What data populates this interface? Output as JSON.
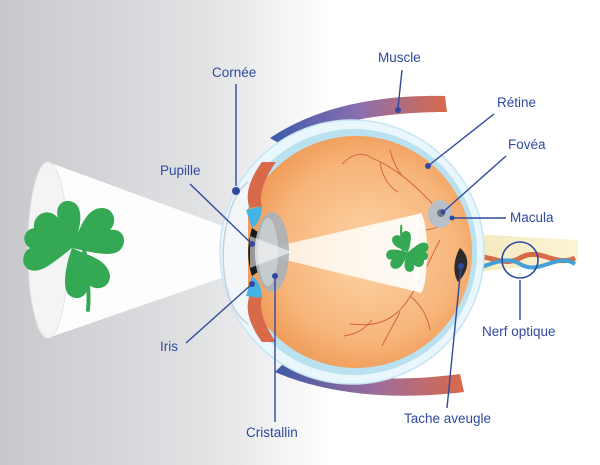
{
  "labels": {
    "cornea": "Cornée",
    "pupil": "Pupille",
    "iris": "Iris",
    "lens": "Cristallin",
    "muscle": "Muscle",
    "retina": "Rétine",
    "fovea": "Fovéa",
    "macula": "Macula",
    "optic_nerve": "Nerf optique",
    "blind_spot": "Tache aveugle"
  },
  "colors": {
    "label_text": "#2f4a9e",
    "eyeball": "#f5a868",
    "retina_layer": "#b9e1f0",
    "sclera": "#dff2fb",
    "muscle_red": "#d86a4a",
    "muscle_blue": "#3d5aa8",
    "clover_green": "#34a853",
    "iris_blue": "#45b3e6",
    "background_gray": "#c9cbce"
  },
  "icons": [
    "four-leaf-clover-icon",
    "inverted-clover-image-icon"
  ]
}
